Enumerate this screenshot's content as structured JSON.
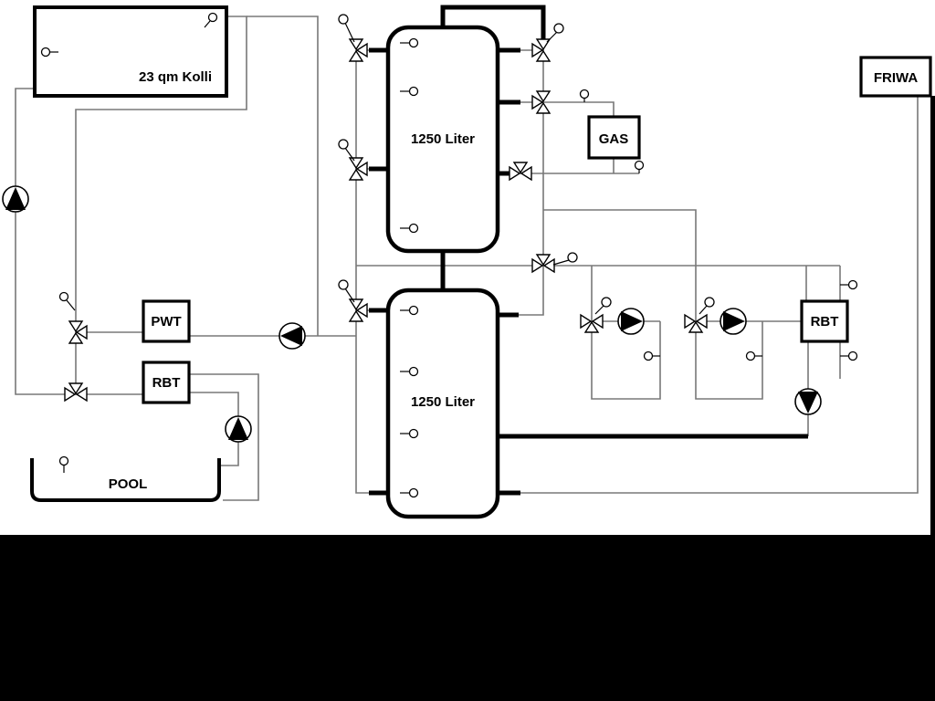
{
  "diagram": {
    "labels": {
      "collector": "23 qm Kolli",
      "tank_top": "1250 Liter",
      "tank_bottom": "1250 Liter",
      "gas": "GAS",
      "friwa": "FRIWA",
      "pwt": "PWT",
      "rbt_pool": "RBT",
      "rbt_dhw": "RBT",
      "pool": "POOL"
    },
    "colors": {
      "background": "#ffffff",
      "letterbox": "#000000",
      "pipe": "#787878",
      "pipe_heavy": "#000000",
      "outline": "#000000",
      "symbol_fill": "#ffffff"
    }
  }
}
